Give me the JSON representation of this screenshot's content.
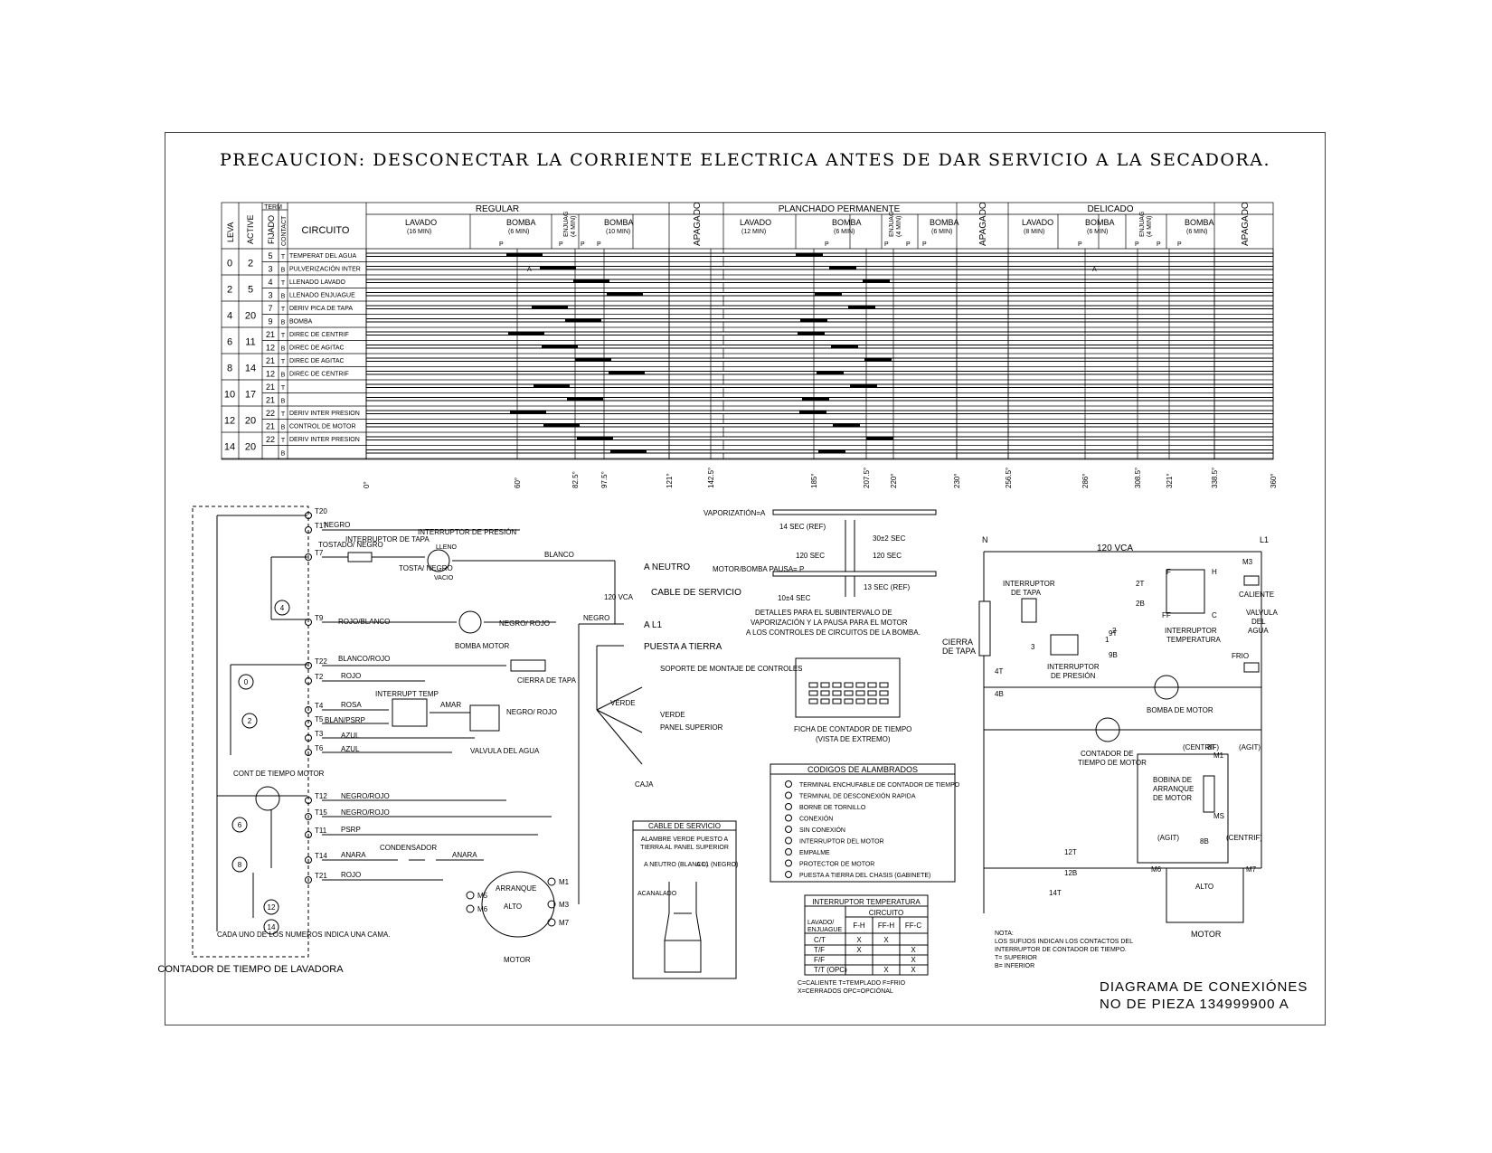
{
  "title": "PRECAUCION: DESCONECTAR LA CORRIENTE ELECTRICA ANTES DE DAR SERVICIO A LA SECADORA.",
  "chart": {
    "head": {
      "leva": "LEVA",
      "active": "ACTIVE",
      "fijado": "FIJADO",
      "term": "TERM",
      "contact": "CONTACT",
      "circuito": "CIRCUITO"
    },
    "groups": [
      {
        "name": "REGULAR",
        "sub": [
          "LAVADO",
          "(16 MIN)",
          "BOMBA",
          "(6 MIN)",
          "ENJUAG",
          "(4 MIN)",
          "BOMBA",
          "(10 MIN)"
        ]
      },
      {
        "name": "PLANCHADO PERMANENTE",
        "sub": [
          "LAVADO",
          "(12 MIN)",
          "BOMBA",
          "(6 MIN)",
          "ENJUAG",
          "(4 MIN)",
          "BOMBA",
          "(6 MIN)"
        ]
      },
      {
        "name": "DELICADO",
        "sub": [
          "LAVADO",
          "(8 MIN)",
          "BOMBA",
          "(6 MIN)",
          "ENJUAG",
          "(4 MIN)",
          "BOMBA",
          "(6 MIN)"
        ]
      }
    ],
    "apagado": "APAGADO",
    "p": "P",
    "a": "A",
    "leva": [
      "0",
      "2",
      "4",
      "6",
      "8",
      "10",
      "12",
      "14"
    ],
    "active": [
      "2",
      "5",
      "20",
      "11",
      "14",
      "17",
      "20",
      "20"
    ],
    "rows": [
      {
        "t": "5",
        "c": "T",
        "label": "TEMPERAT DEL AGUA"
      },
      {
        "t": "3",
        "c": "B",
        "label": "PULVERIZACIÓN INTER"
      },
      {
        "t": "4",
        "c": "T",
        "label": "LLENADO LAVADO"
      },
      {
        "t": "3",
        "c": "B",
        "label": "LLENADO ENJUAGUE"
      },
      {
        "t": "7",
        "c": "T",
        "label": "DERIV PICA DE TAPA"
      },
      {
        "t": "9",
        "c": "B",
        "label": "BOMBA"
      },
      {
        "t": "21",
        "c": "T",
        "label": "DIREC DE CENTRIF"
      },
      {
        "t": "12",
        "c": "B",
        "label": "DIREC DE AGITAC"
      },
      {
        "t": "21",
        "c": "T",
        "label": "DIREC DE AGITAC"
      },
      {
        "t": "12",
        "c": "B",
        "label": "DIREC DE CENTRIF"
      },
      {
        "t": "21",
        "c": "T",
        "label": ""
      },
      {
        "t": "21",
        "c": "B",
        "label": ""
      },
      {
        "t": "22",
        "c": "T",
        "label": "DERIV INTER PRESION"
      },
      {
        "t": "21",
        "c": "B",
        "label": "CONTROL DE MOTOR"
      },
      {
        "t": "22",
        "c": "T",
        "label": "DERIV INTER PRESION"
      },
      {
        "t": "",
        "c": "B",
        "label": ""
      }
    ],
    "degrees": [
      "0°",
      "60°",
      "82.5°",
      "97.5°",
      "121°",
      "142.5°",
      "185°",
      "207.5°",
      "220°",
      "230°",
      "256.5°",
      "286°",
      "308.5°",
      "321°",
      "338.5°",
      "360°"
    ]
  },
  "left": {
    "terminals": [
      "T20",
      "T17",
      "T7",
      "T9",
      "T22",
      "T2",
      "T4",
      "T5",
      "T3",
      "T6",
      "T12",
      "T15",
      "T11",
      "T14",
      "T21"
    ],
    "wires": {
      "negro": "NEGRO",
      "tostado_negro": "TOSTADO/ NEGRO",
      "rojo_blanco": "ROJO/BLANCO",
      "blanco_rojo": "BLANCO/ROJO",
      "rojo": "ROJO",
      "rosa": "ROSA",
      "blan_psrp": "BLAN/PSRP",
      "azul": "AZUL",
      "negro_rojo": "NEGRO/ROJO",
      "psrp": "PSRP",
      "anara": "ANARA",
      "amar": "AMAR",
      "blanco": "BLANCO",
      "tosta_negro": "TOSTA/ NEGRO",
      "negro_rojo2": "NEGRO/ ROJO",
      "verde": "VERDE"
    },
    "interruptor_tapa": "INTERRUPTOR DE TAPA",
    "interruptor_presion": "INTERRUPTOR DE PRESIÓN",
    "lleno": "LLENO",
    "vacio": "VACIO",
    "bomba_motor": "BOMBA MOTOR",
    "cierra_tapa": "CIERRA DE TAPA",
    "interrupt_temp": "INTERRUPT TEMP",
    "valvula": "VALVULA DEL AGUA",
    "cont_tiempo": "CONT DE TIEMPO MOTOR",
    "condensador": "CONDENSADOR",
    "arranque": "ARRANQUE",
    "alto": "ALTO",
    "motor": "MOTOR",
    "cada_uno": "CADA UNO DE LOS NUMEROS INDICA UNA CAMA.",
    "contador": "CONTADOR DE TIEMPO DE LAVADORA",
    "a_neutro": "A NEUTRO",
    "cable_servicio": "CABLE DE SERVICIO",
    "vca": "120 VCA",
    "a_l1": "A L1",
    "puesta_tierra": "PUESTA A TIERRA",
    "soporte": "SOPORTE DE MONTAJE DE CONTROLES",
    "panel": "PANEL SUPERIOR",
    "caja": "CAJA",
    "cams": [
      "4",
      "0",
      "2",
      "6",
      "8",
      "12",
      "14"
    ],
    "nums": [
      "3",
      "2",
      "1",
      "2",
      "1"
    ]
  },
  "timing": {
    "vaporizacion": "VAPORIZATIÓN=A",
    "sec14": "14 SEC (REF)",
    "sec30": "30±2 SEC",
    "sec120a": "120 SEC",
    "sec120b": "120 SEC",
    "motor_bomba": "MOTOR/BOMBA PAUSA= P",
    "sec13": "13 SEC (REF)",
    "sec10": "10±4 SEC",
    "detalles": "DETALLES PARA EL SUBINTERVALO DE VAPORIZACIÓN Y LA PAUSA PARA EL MOTOR A LOS CONTROLES DE CIRCUITOS DE LA BOMBA.",
    "ficha": "FICHA DE CONTADOR DE TIEMPO (VISTA DE EXTREMO)"
  },
  "service_cable": {
    "title": "CABLE DE SERVICIO",
    "note": "ALAMBRE VERDE PUESTO A TIERRA AL PANEL SUPERIOR",
    "neutro": "A NEUTRO (BLANCO)",
    "l1": "A L1 (NEGRO)",
    "acanalado": "ACANALADO"
  },
  "codes": {
    "title": "CODIGOS DE ALAMBRADOS",
    "items": [
      "TERMINAL ENCHUFABLE DE CONTADOR DE TIEMPO",
      "TERMINAL DE DESCONEXIÓN RAPIDA",
      "BORNE DE TORNILLO",
      "CONEXIÓN",
      "SIN CONEXIÓN",
      "INTERRUPTOR DEL MOTOR",
      "EMPALME",
      "PROTECTOR DE MOTOR",
      "PUESTA A TIERRA DEL CHASIS (GABINETE)"
    ]
  },
  "temp_table": {
    "title": "INTERRUPTOR TEMPERATURA",
    "circuito": "CIRCUITO",
    "col0": "LAVADO/ ENJUAGUE",
    "cols": [
      "F-H",
      "FF-H",
      "FF-C"
    ],
    "rows": [
      {
        "label": "C/T",
        "vals": [
          "X",
          "X",
          ""
        ]
      },
      {
        "label": "T/F",
        "vals": [
          "X",
          "",
          "X"
        ]
      },
      {
        "label": "F/F",
        "vals": [
          "",
          "",
          "X"
        ]
      },
      {
        "label": "T/T (OPC)",
        "vals": [
          "",
          "X",
          "X"
        ]
      }
    ],
    "legend1": "C=CALIENTE  T=TEMPLADO  F=FRIO",
    "legend2": "X=CERRADOS  OPC=OPCIÓNAL"
  },
  "right": {
    "n": "N",
    "l1": "L1",
    "vca": "120 VCA",
    "m3": "M3",
    "interruptor_tapa": "INTERRUPTOR DE TAPA",
    "cierra_tapa": "CIERRA DE TAPA",
    "interruptor_presion": "INTERRUPTOR DE PRESIÓN",
    "interruptor_temp": "INTERRUPTOR TEMPERATURA",
    "caliente": "CALIENTE",
    "valvula": "VALVULA DEL AGUA",
    "frio": "FRIO",
    "bomba_motor": "BOMBA DE MOTOR",
    "contador": "CONTADOR DE TIEMPO DE MOTOR",
    "centrif": "(CENTRIF)",
    "agit": "(AGIT)",
    "bobina": "BOBINA DE ARRANQUE DE MOTOR",
    "alto": "ALTO",
    "motor": "MOTOR",
    "labels": [
      "2T",
      "2B",
      "9T",
      "9B",
      "4T",
      "4B",
      "12T",
      "12B",
      "14T",
      "8T",
      "8B",
      "M1",
      "MS",
      "M6",
      "M7",
      "F",
      "H",
      "FF",
      "C",
      "1",
      "2",
      "3"
    ],
    "nota": "NOTA: LOS SUFIJOS INDICAN LOS CONTACTOS DEL INTERRUPTOR DE CONTADOR DE TIEMPO. T= SUPERIOR B= INFERIOR"
  },
  "footer": {
    "line1": "DIAGRAMA DE CONEXIÓNES",
    "line2": "NO DE PIEZA 134999900 A"
  }
}
